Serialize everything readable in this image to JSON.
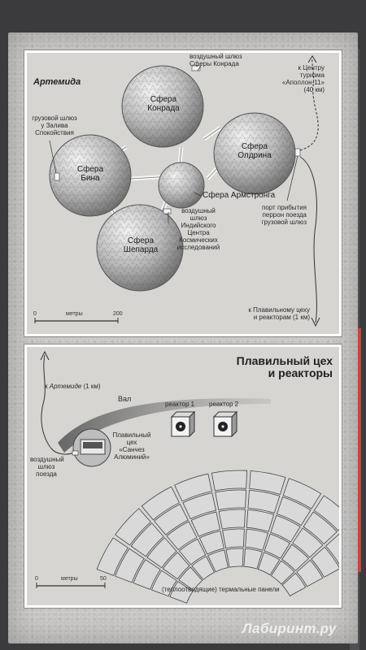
{
  "map1": {
    "title": "Артемида",
    "spheres": {
      "konrad": "Сфера\nКонрада",
      "aldrin": "Сфера\nОлдрина",
      "bina": "Сфера\nБина",
      "shepard": "Сфера\nШепарда",
      "armstrong": "Сфера Армстронга"
    },
    "labels": {
      "airlock_konrad": "воздушный шлюз\nСферы Конрада",
      "tourism_center": "к Центру\nтуризма\n«Аполлон-11»\n(40 км)",
      "cargo_lock_bay": "грузовой шлюз\nу Залива\nСпокойствия",
      "airlock_isro": "воздушный\nшлюз\nИндийского\nЦентра\nКосмических\nисследований",
      "train_port": "порт прибытия\nперрон поезда\nгрузовой шлюз",
      "to_smelter": "к Плавильному цеху\nи реакторам (1 км)"
    },
    "scale": {
      "start": "0",
      "unit": "метры",
      "end": "200"
    }
  },
  "map2": {
    "title": "Плавильный цех\nи реакторы",
    "labels": {
      "to_artemis_prefix": "к",
      "to_artemis_name": "Артемиде",
      "to_artemis_suffix": "(1 км)",
      "rampart": "Вал",
      "reactor1": "реактор 1",
      "reactor2": "реактор 2",
      "smelter": "Плавильный\nцех\n«Санчез\nАлюминий»",
      "train_airlock": "воздушный\nшлюз\nпоезда",
      "thermal_panels": "(теплоотводящие) термальные панели"
    },
    "scale": {
      "start": "0",
      "unit": "метры",
      "end": "50"
    }
  },
  "watermark": "Лабиринт.ру"
}
